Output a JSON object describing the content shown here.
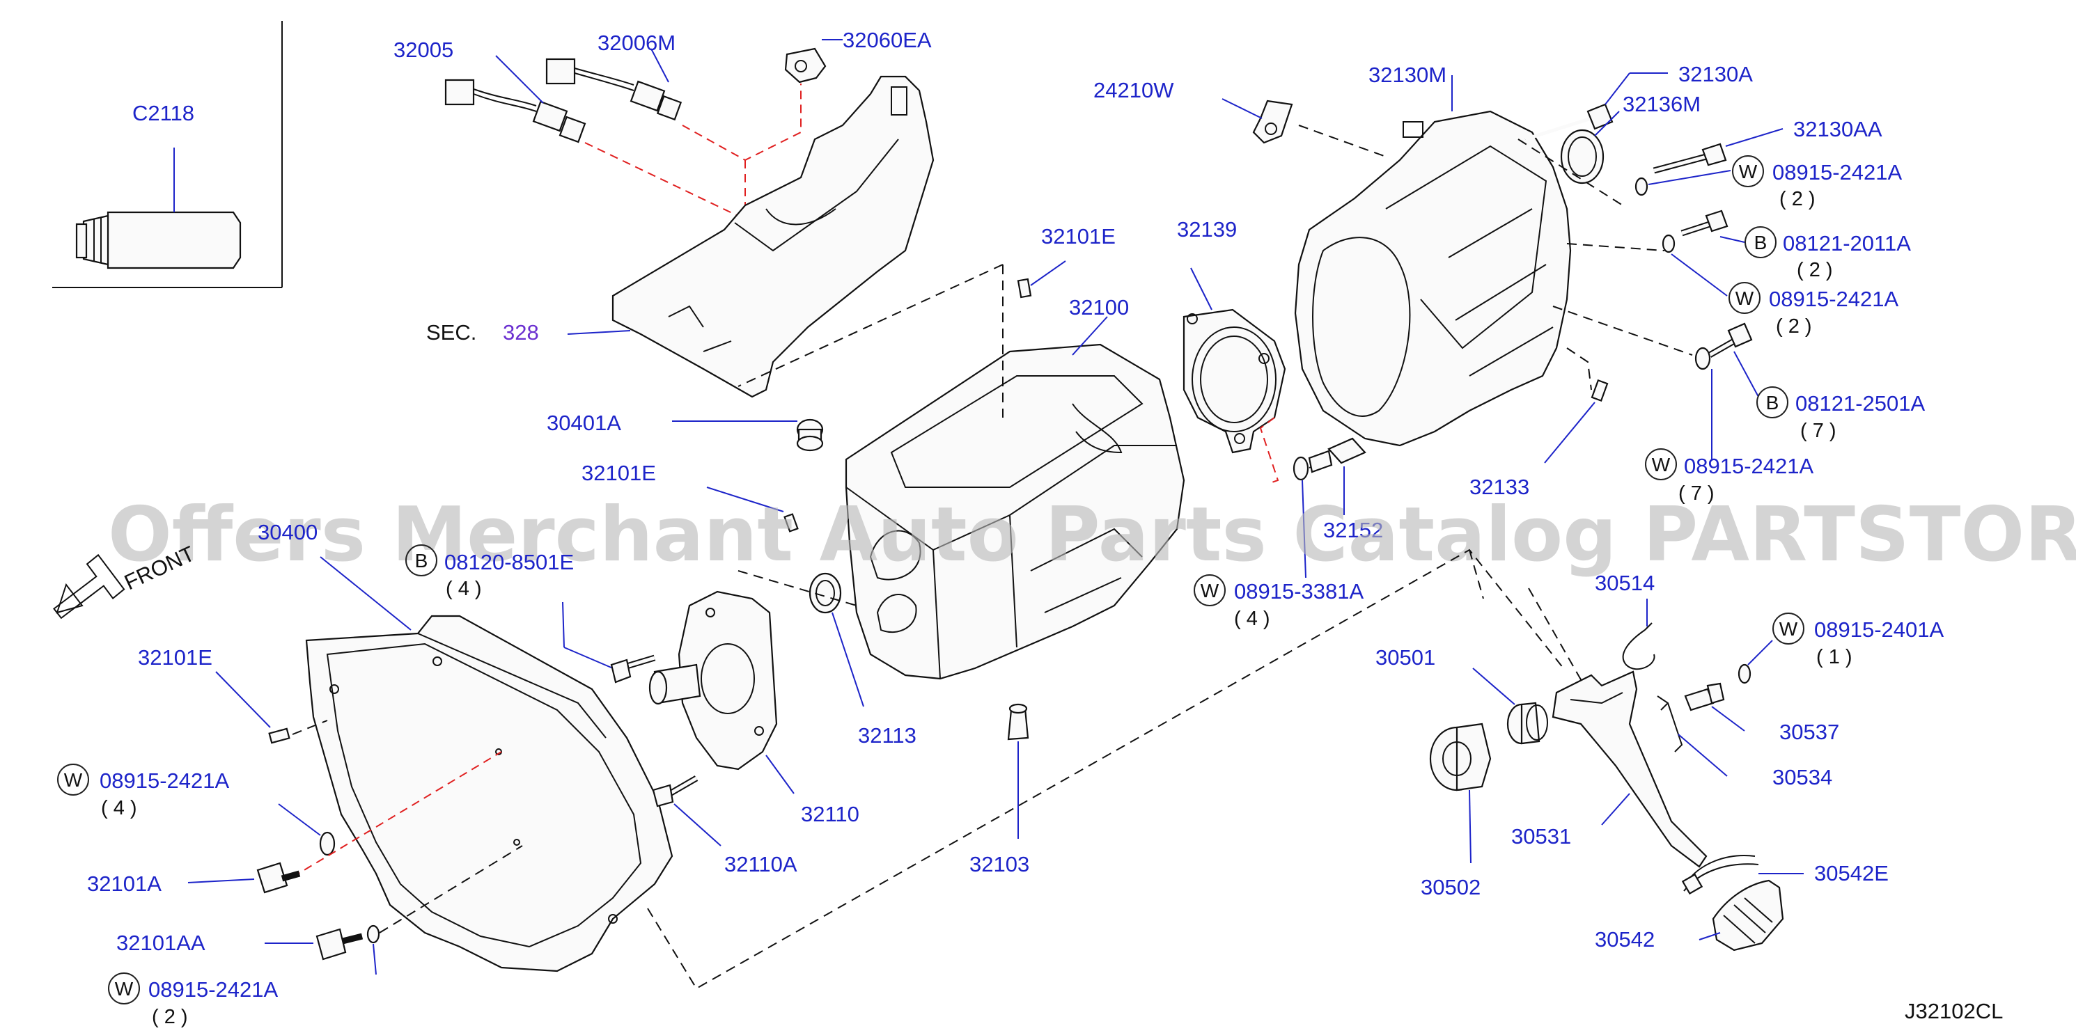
{
  "diagram_code": "J32102CL",
  "watermark": "Offers Merchant Auto Parts Catalog PARTSTORE.SA",
  "front_label": "FRONT",
  "section_ref": {
    "prefix": "SEC.",
    "number": "328"
  },
  "parts": {
    "p32005": "32005",
    "p32006M": "32006M",
    "p32060EA": "32060EA",
    "pC2118": "C2118",
    "p24210W": "24210W",
    "p32130M": "32130M",
    "p32130A": "32130A",
    "p32136M": "32136M",
    "p32130AA": "32130AA",
    "p32101E_top": "32101E",
    "p32139": "32139",
    "p32100": "32100",
    "p30401A": "30401A",
    "p32101E_mid": "32101E",
    "p30400": "30400",
    "p32152": "32152",
    "p32133": "32133",
    "p30514": "30514",
    "p30501": "30501",
    "p30537": "30537",
    "p30534": "30534",
    "p30531": "30531",
    "p30502": "30502",
    "p30542E": "30542E",
    "p30542": "30542",
    "p32101E_left": "32101E",
    "p32113": "32113",
    "p32110": "32110",
    "p32110A": "32110A",
    "p32103": "32103",
    "p32101A": "32101A",
    "p32101AA": "32101AA"
  },
  "fasteners": [
    {
      "prefix": "W",
      "part": "08915-2421A",
      "qty": "( 2 )"
    },
    {
      "prefix": "B",
      "part": "08121-2011A",
      "qty": "( 2 )"
    },
    {
      "prefix": "W",
      "part": "08915-2421A",
      "qty": "( 2 )"
    },
    {
      "prefix": "B",
      "part": "08121-2501A",
      "qty": "( 7 )"
    },
    {
      "prefix": "W",
      "part": "08915-2421A",
      "qty": "( 7 )"
    },
    {
      "prefix": "B",
      "part": "08120-8501E",
      "qty": "( 4 )"
    },
    {
      "prefix": "W",
      "part": "08915-3381A",
      "qty": "( 4 )"
    },
    {
      "prefix": "W",
      "part": "08915-2401A",
      "qty": "( 1 )"
    },
    {
      "prefix": "W",
      "part": "08915-2421A",
      "qty": "( 4 )"
    },
    {
      "prefix": "W",
      "part": "08915-2421A",
      "qty": "( 2 )"
    }
  ],
  "colors": {
    "label": "#1d24c9",
    "section": "#6a2fd0",
    "hidden_line": "#e02020",
    "line": "#111111",
    "watermark": "#b8b8b8"
  }
}
